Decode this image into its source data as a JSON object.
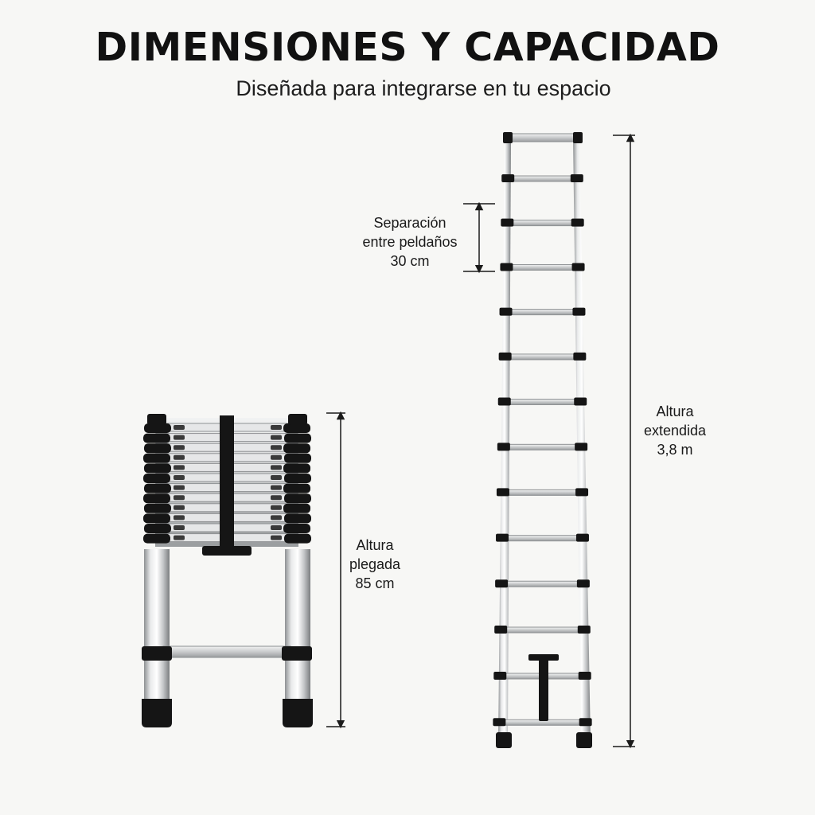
{
  "header": {
    "title": "DIMENSIONES Y CAPACIDAD",
    "subtitle": "Diseñada para integrarse en tu espacio"
  },
  "measurements": {
    "rung_spacing": {
      "line1": "Separación",
      "line2": "entre peldaños",
      "value": "30 cm"
    },
    "extended_height": {
      "line1": "Altura",
      "line2": "extendida",
      "value": "3,8 m"
    },
    "folded_height": {
      "line1": "Altura",
      "line2": "plegada",
      "value": "85 cm"
    }
  },
  "colors": {
    "background": "#f7f7f5",
    "aluminum": "#c9cbcc",
    "rubber": "#151515",
    "dimension_line": "#1a1a1a"
  }
}
